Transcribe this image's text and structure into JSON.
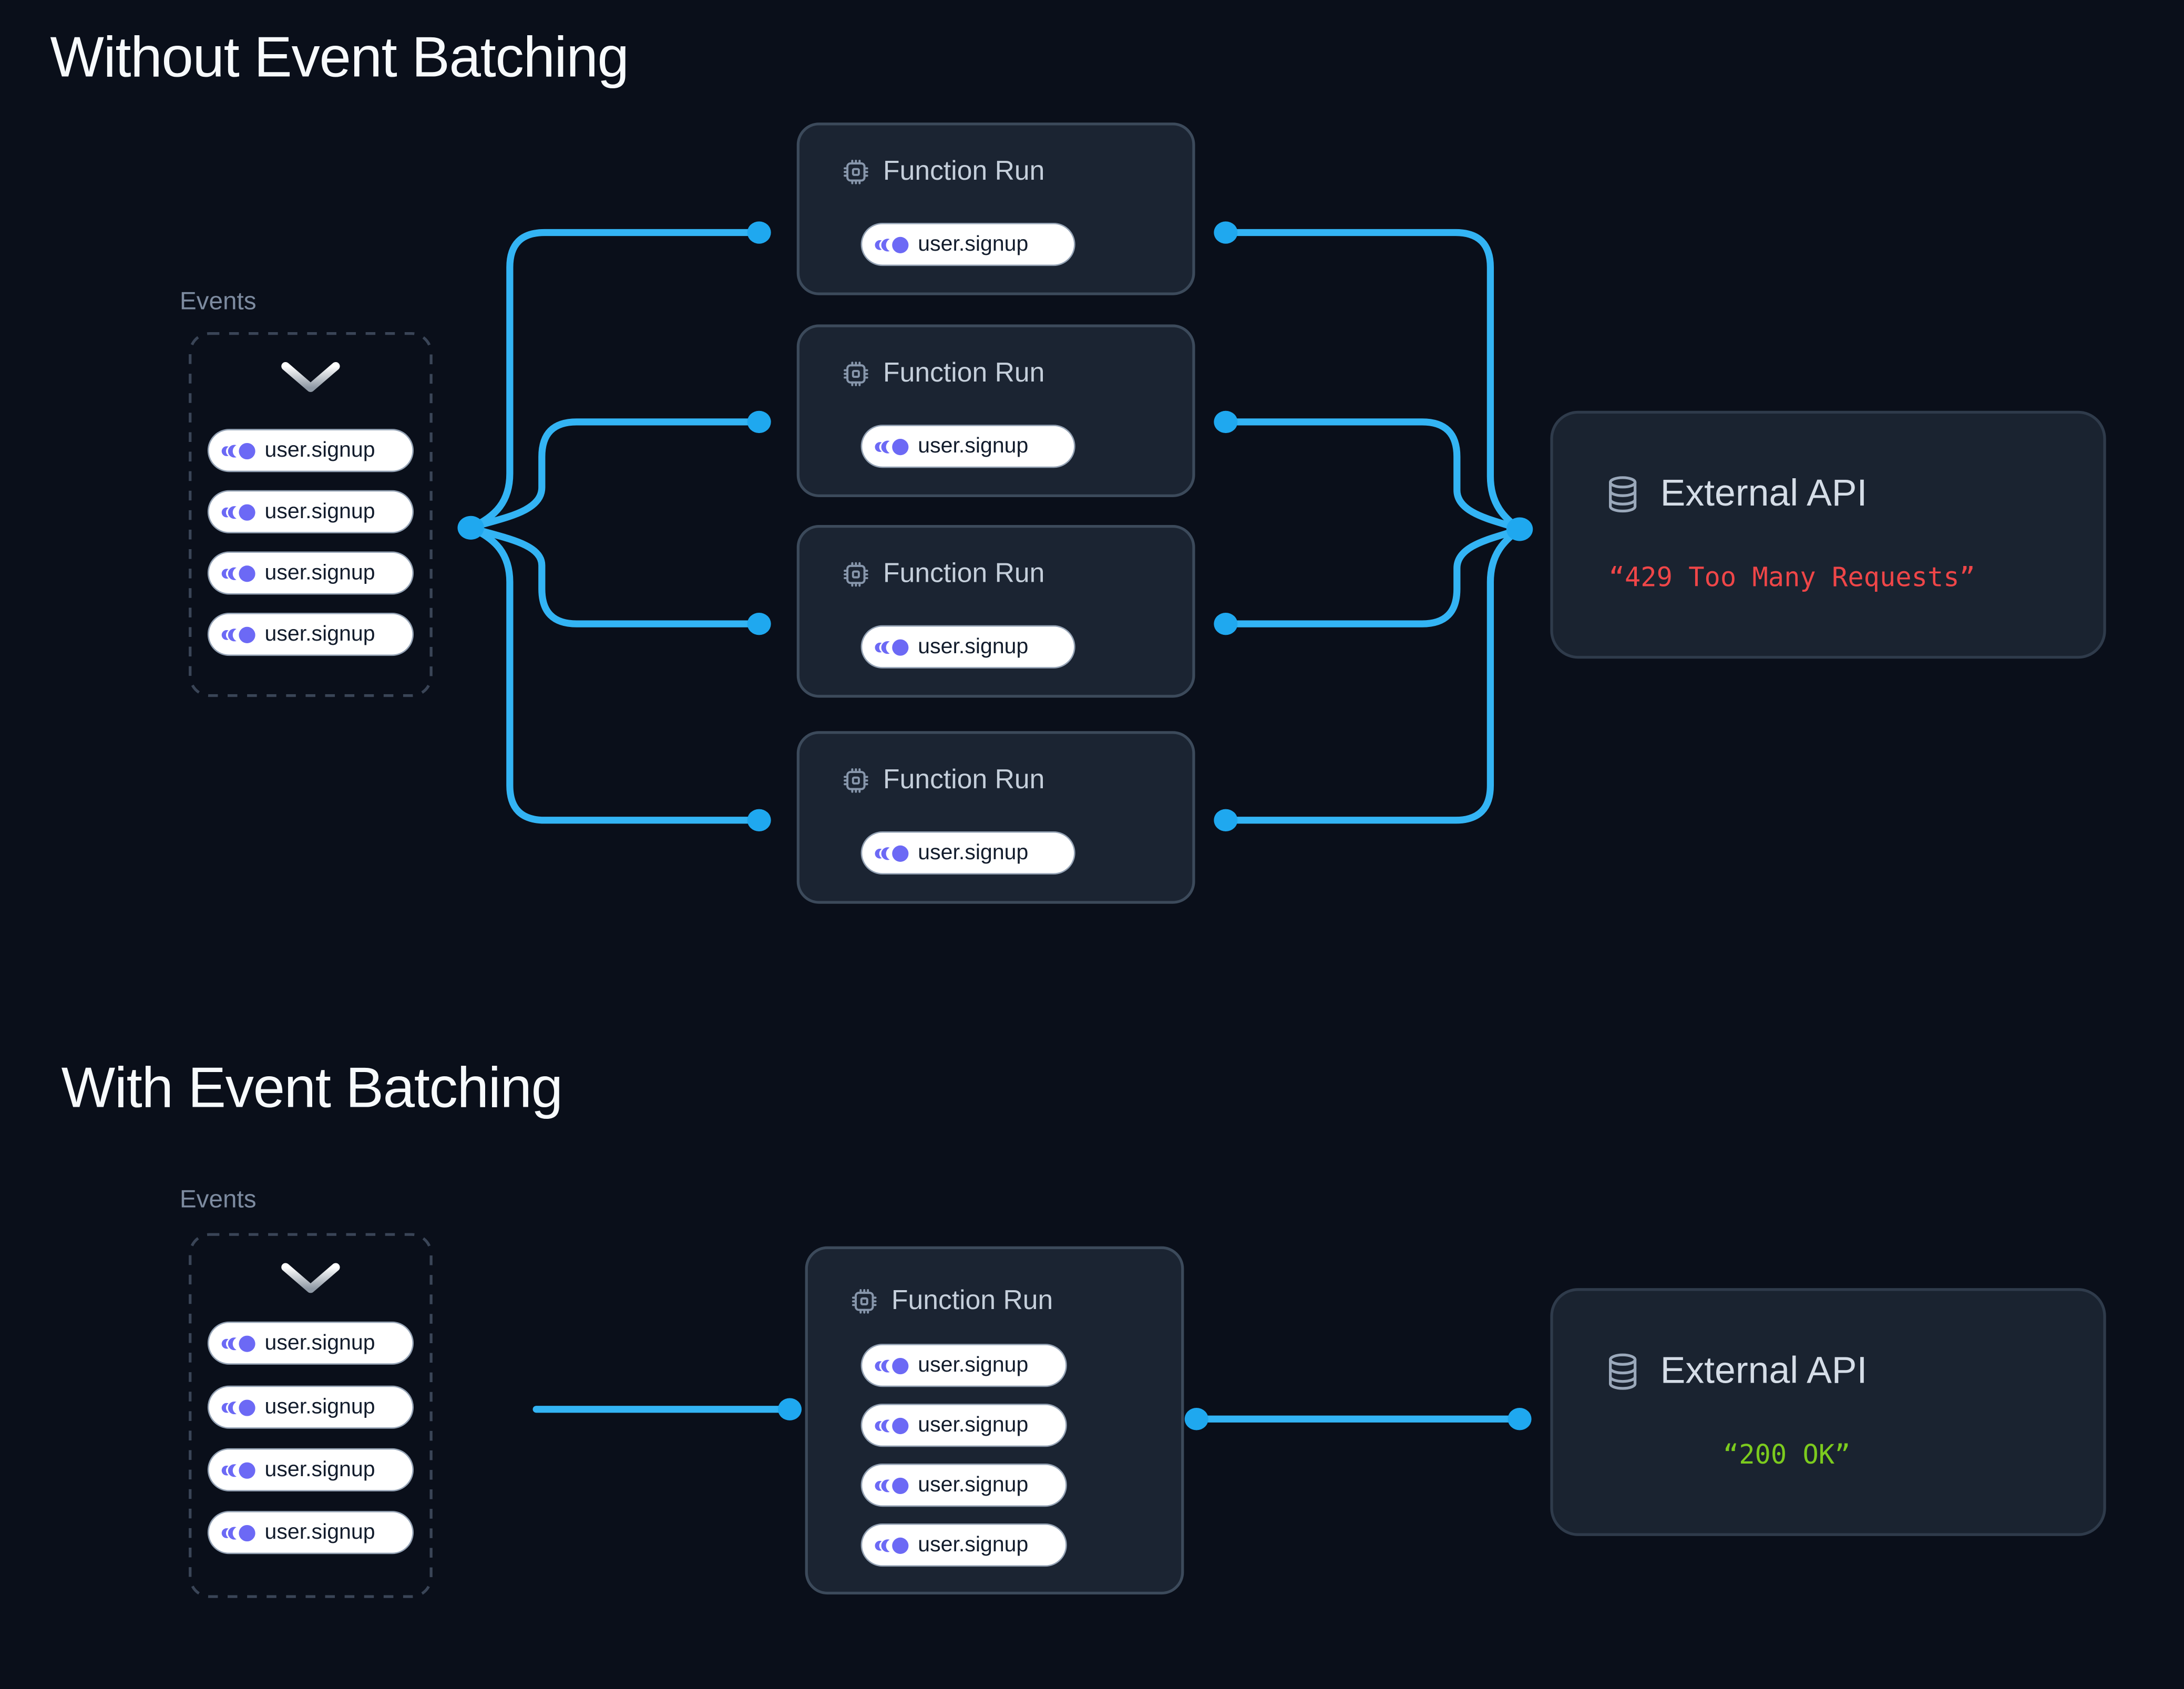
{
  "page": {
    "background": "#0A0F1A"
  },
  "colors": {
    "connector_blue": "#33B4F4",
    "connector_dot_blue": "#1FA8EF",
    "pill_icon_indigo": "#6C69F5",
    "error_red": "#EF4648",
    "success_green": "#7CCB1E",
    "card_background": "#1B2432",
    "card_border": "#3C4A5B",
    "title_text": "#F7FAFC",
    "muted_label_text": "#7D8BA0"
  },
  "sections": [
    {
      "title": "Without Event Batching",
      "events": {
        "label": "Events",
        "pills": [
          "user.signup",
          "user.signup",
          "user.signup",
          "user.signup"
        ]
      },
      "function_runs": [
        {
          "icon": "cpu-icon",
          "title": "Function Run",
          "pills": [
            "user.signup"
          ]
        },
        {
          "icon": "cpu-icon",
          "title": "Function Run",
          "pills": [
            "user.signup"
          ]
        },
        {
          "icon": "cpu-icon",
          "title": "Function Run",
          "pills": [
            "user.signup"
          ]
        },
        {
          "icon": "cpu-icon",
          "title": "Function Run",
          "pills": [
            "user.signup"
          ]
        }
      ],
      "external_api": {
        "icon": "database-icon",
        "title": "External API",
        "response": "“429 Too Many Requests”",
        "response_status": "error"
      }
    },
    {
      "title": "With Event Batching",
      "events": {
        "label": "Events",
        "pills": [
          "user.signup",
          "user.signup",
          "user.signup",
          "user.signup"
        ]
      },
      "function_runs": [
        {
          "icon": "cpu-icon",
          "title": "Function Run",
          "pills": [
            "user.signup",
            "user.signup",
            "user.signup",
            "user.signup"
          ]
        }
      ],
      "external_api": {
        "icon": "database-icon",
        "title": "External API",
        "response": "“200 OK”",
        "response_status": "success"
      }
    }
  ]
}
